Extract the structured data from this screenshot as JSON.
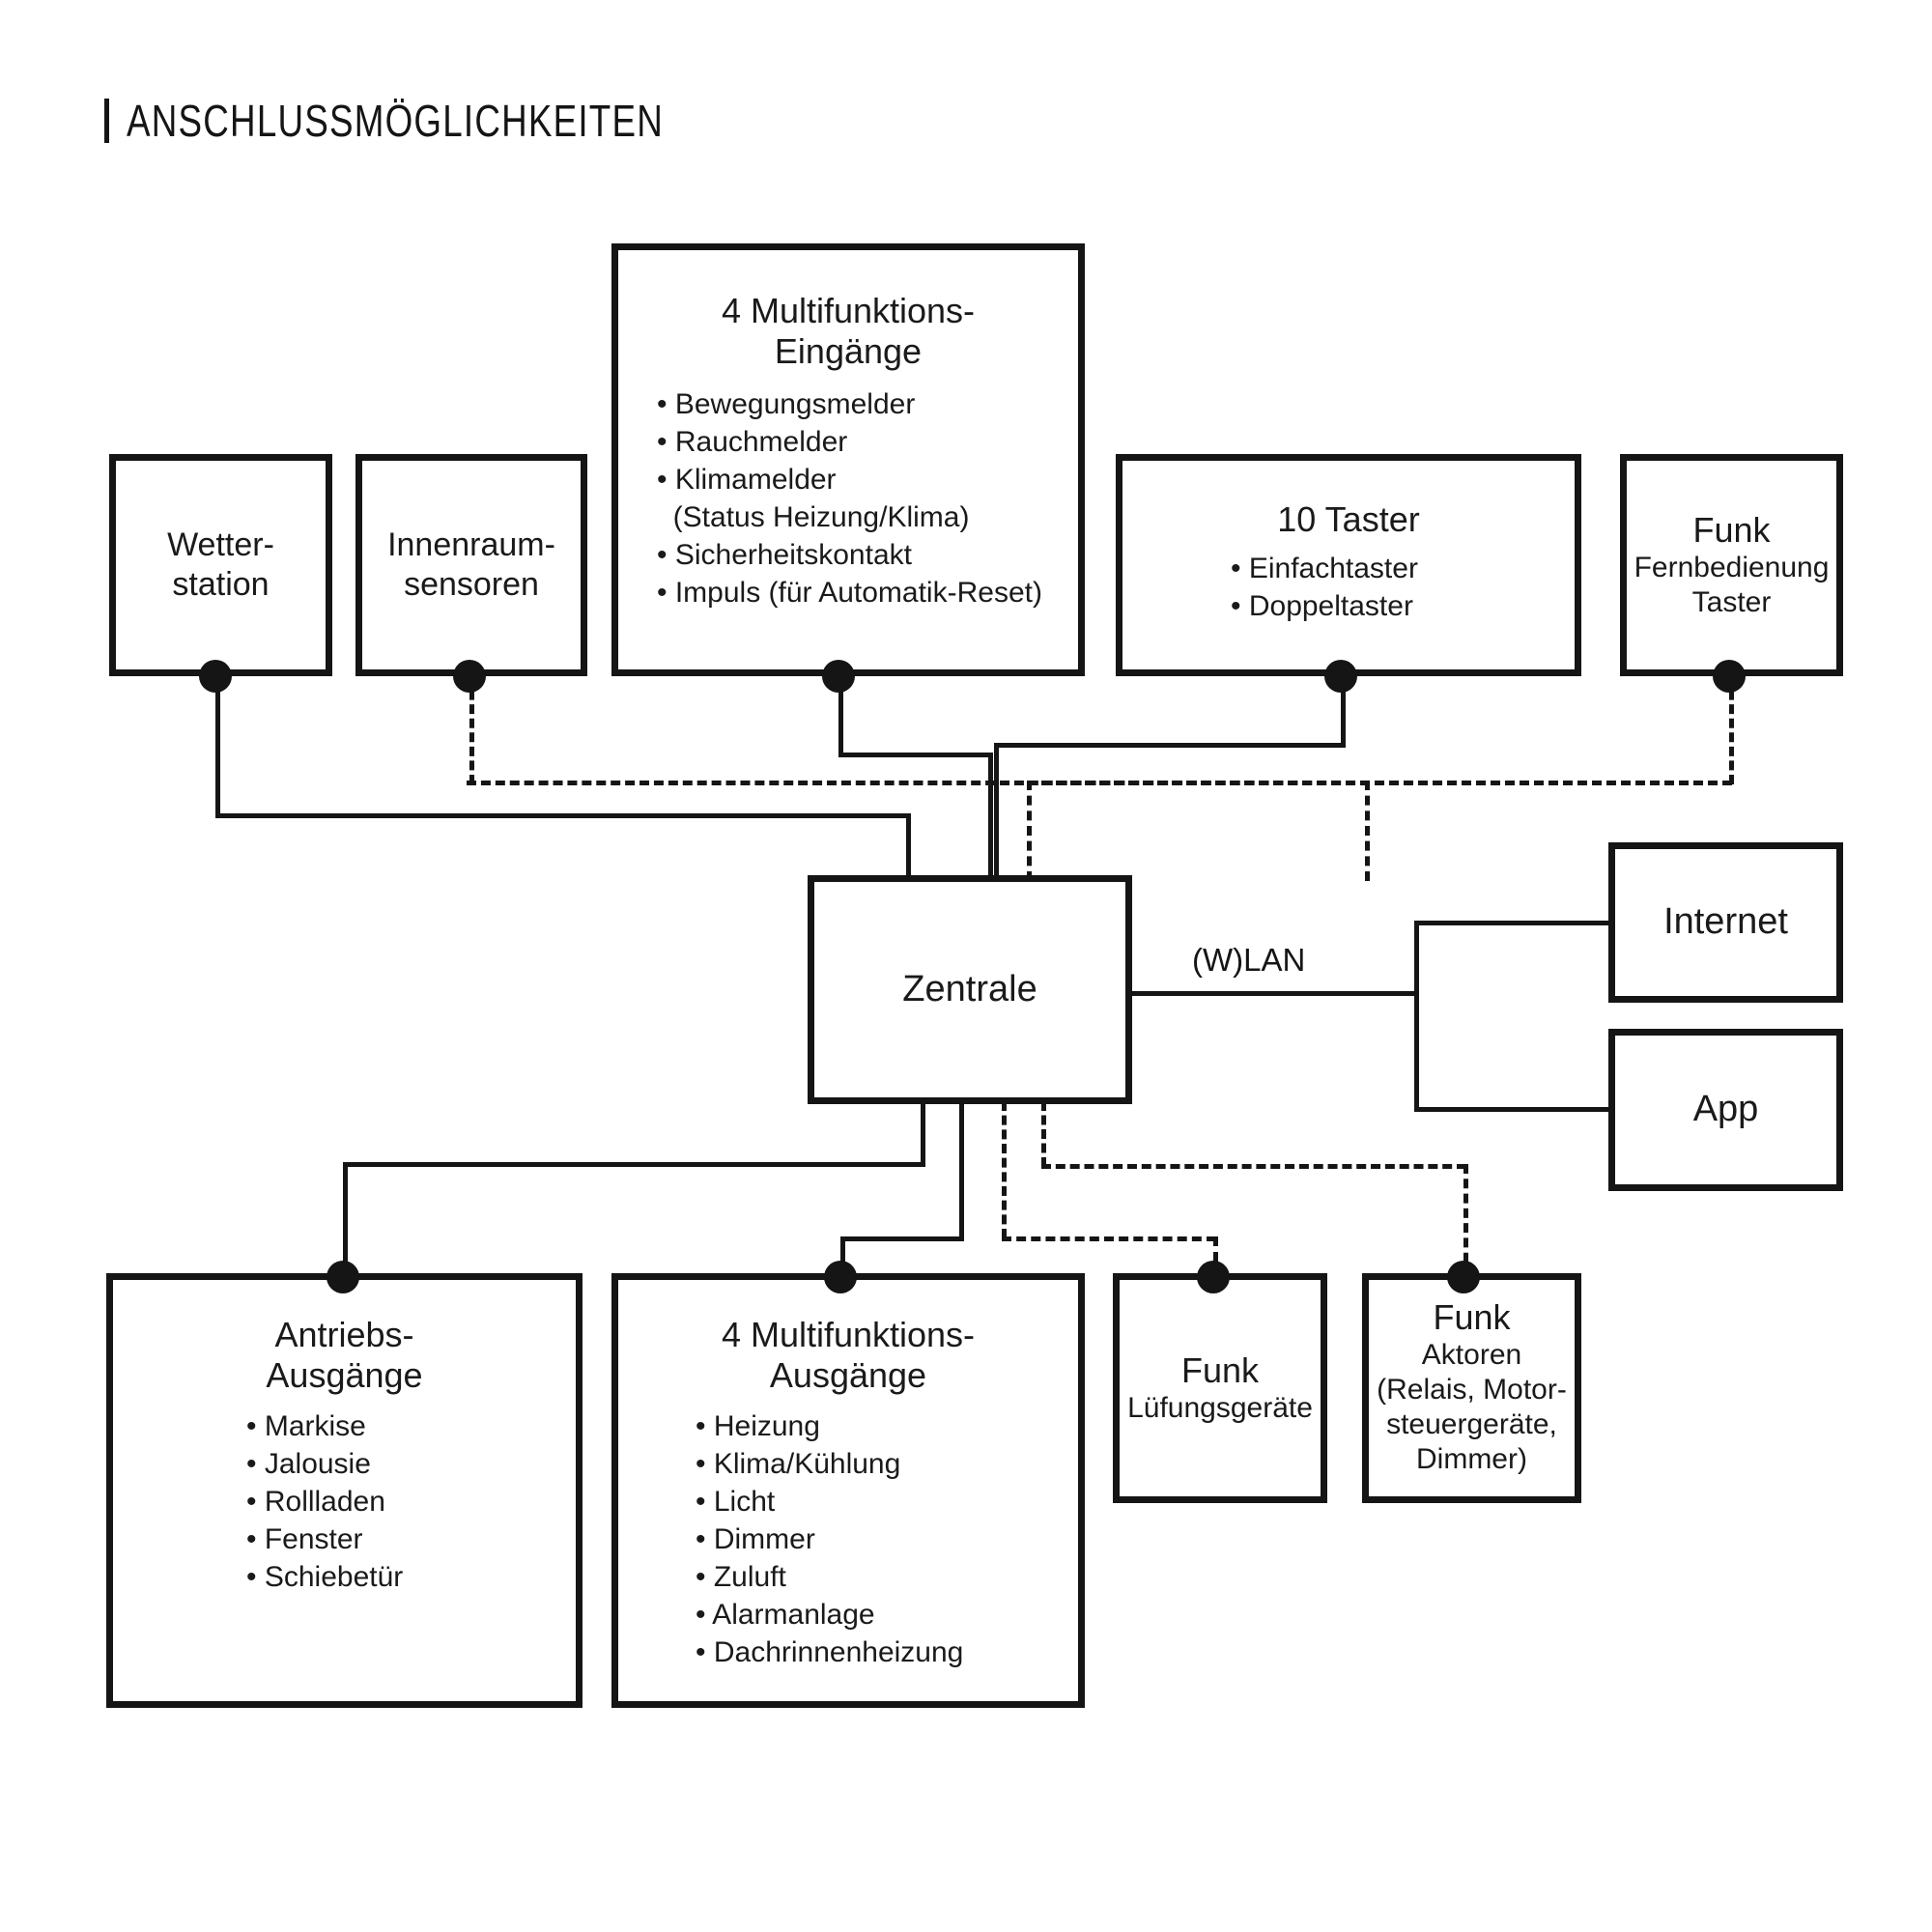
{
  "title": {
    "bar": "|",
    "text": "ANSCHLUSSMÖGLICHKEITEN"
  },
  "nodes": {
    "weather": {
      "label": "Wetter-\nstation"
    },
    "indoor": {
      "label": "Innenraum-\nsensoren"
    },
    "inputs": {
      "title": "4 Multifunktions-\nEingänge",
      "bullets": [
        "• Bewegungsmelder",
        "• Rauchmelder",
        "• Klimamelder",
        "  (Status Heizung/Klima)",
        "• Sicherheitskontakt",
        "• Impuls (für Automatik-Reset)"
      ]
    },
    "buttons": {
      "title": "10 Taster",
      "bullets": [
        "• Einfachtaster",
        "• Doppeltaster"
      ]
    },
    "remote": {
      "title": "Funk",
      "sub": "Fernbedienung\nTaster"
    },
    "central": {
      "label": "Zentrale"
    },
    "internet": {
      "label": "Internet"
    },
    "app": {
      "label": "App"
    },
    "drives": {
      "title": "Antriebs-\nAusgänge",
      "bullets": [
        "• Markise",
        "• Jalousie",
        "• Rollladen",
        "• Fenster",
        "• Schiebetür"
      ]
    },
    "outputs": {
      "title": "4 Multifunktions-\nAusgänge",
      "bullets": [
        "• Heizung",
        "• Klima/Kühlung",
        "• Licht",
        "• Dimmer",
        "• Zuluft",
        "• Alarmanlage",
        "• Dachrinnenheizung"
      ]
    },
    "vent": {
      "title": "Funk",
      "sub": "Lüfungsgeräte"
    },
    "actuators": {
      "title": "Funk",
      "sub": "Aktoren\n(Relais, Motor-\nsteuergeräte,\nDimmer)"
    }
  },
  "edges": {
    "wlan_label": "(W)LAN"
  },
  "colors": {
    "ink": "#151515",
    "paper": "#ffffff"
  }
}
